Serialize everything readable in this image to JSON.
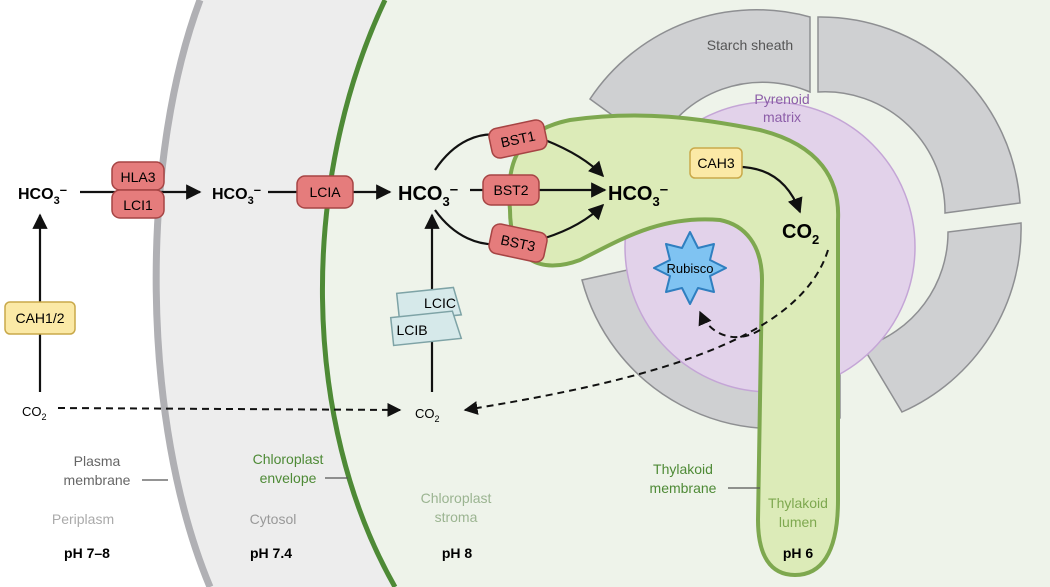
{
  "colors": {
    "periplasm": "#ffffff",
    "cytosol": "#ededed",
    "stroma": "#eef3ea",
    "plasma_membrane": "#b0b0b4",
    "envelope": "#4e8a36",
    "starch": "#cfd0d2",
    "pyrenoid": "#e2d2ea",
    "pyrenoid_stroke": "#c4a5d6",
    "thylakoid_fill": "#dcebb8",
    "thylakoid_stroke": "#7ea84f",
    "transporter_fill": "#e57c7c",
    "transporter_stroke": "#a64444",
    "enzyme_fill": "#fbe9a6",
    "enzyme_stroke": "#c9a94a",
    "lci_fill": "#d6e9ea",
    "lci_stroke": "#7ea3a6",
    "rubisco_fill": "#7fc3f2",
    "rubisco_stroke": "#2f7fc0"
  },
  "molecules": {
    "hco3_periplasm": "HCO3–",
    "hco3_cytosol": "HCO3–",
    "hco3_stroma": "HCO3–",
    "hco3_lumen": "HCO3–",
    "co2_periplasm": "CO2",
    "co2_stroma": "CO2",
    "co2_pyrenoid": "CO2"
  },
  "proteins": {
    "hla3": "HLA3",
    "lci1": "LCI1",
    "lcia": "LCIA",
    "cah12": "CAH1/2",
    "bst1": "BST1",
    "bst2": "BST2",
    "bst3": "BST3",
    "lcic": "LCIC",
    "lcib": "LCIB",
    "cah3": "CAH3",
    "rubisco": "Rubisco"
  },
  "labels": {
    "starch_sheath": "Starch sheath",
    "pyrenoid_line1": "Pyrenoid",
    "pyrenoid_line2": "matrix",
    "plasma_line1": "Plasma",
    "plasma_line2": "membrane",
    "envelope_line1": "Chloroplast",
    "envelope_line2": "envelope",
    "stroma_line1": "Chloroplast",
    "stroma_line2": "stroma",
    "thylakoid_mem_line1": "Thylakoid",
    "thylakoid_mem_line2": "membrane",
    "lumen_line1": "Thylakoid",
    "lumen_line2": "lumen",
    "periplasm": "Periplasm",
    "cytosol": "Cytosol"
  },
  "ph": {
    "periplasm": "pH 7–8",
    "cytosol": "pH 7.4",
    "stroma": "pH 8",
    "lumen": "pH 6"
  }
}
